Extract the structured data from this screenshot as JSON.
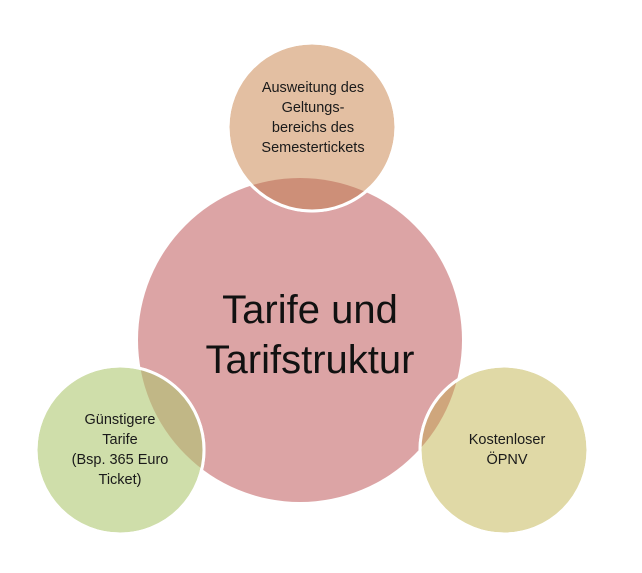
{
  "diagram": {
    "center": {
      "label": "Tarife und\nTarifstruktur",
      "color": "#dca4a5"
    },
    "nodes": {
      "top": {
        "label": "Ausweitung des\nGeltungs-\nbereichs des\nSemestertickets",
        "color": "#e3bfa2"
      },
      "left": {
        "label": "Günstigere\nTarife\n(Bsp. 365 Euro\nTicket)",
        "color": "#cfdeaa"
      },
      "right": {
        "label": "Kostenloser\nÖPNV",
        "color": "#e0d9a6"
      }
    },
    "overlap_colors": {
      "top": "#cd8f78",
      "left": "#c1b786",
      "right": "#cfa67c"
    }
  }
}
